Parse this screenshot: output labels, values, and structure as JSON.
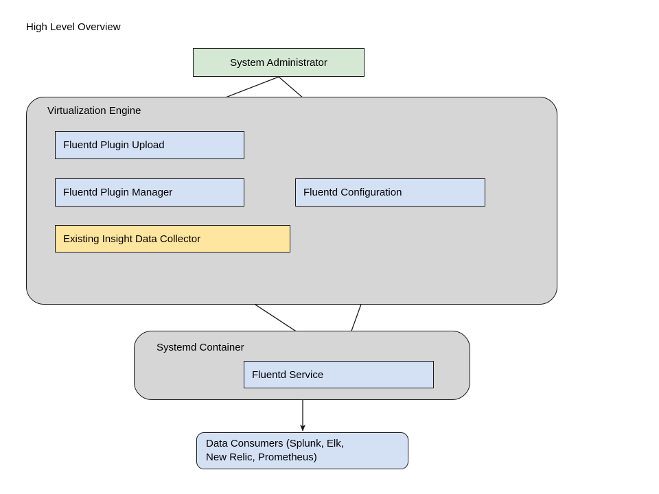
{
  "diagram": {
    "title": "High Level Overview",
    "background_color": "#ffffff",
    "type": "flowchart",
    "colors": {
      "actor_green": "#d5e8d4",
      "process_blue": "#d4e1f5",
      "legacy_yellow": "#ffe6a0",
      "container_gray": "#d6d6d6",
      "stroke": "#1a1a1a",
      "text": "#000000"
    },
    "containers": [
      {
        "id": "virtualization-engine",
        "label": "Virtualization Engine",
        "fill": "#d6d6d6",
        "shape": "rounded-rectangle"
      },
      {
        "id": "systemd-container",
        "label": "Systemd Container",
        "fill": "#d6d6d6",
        "shape": "rounded-rectangle"
      }
    ],
    "nodes": [
      {
        "id": "system-administrator",
        "label": "System Administrator",
        "fill": "#d5e8d4",
        "shape": "rectangle",
        "parent": null
      },
      {
        "id": "fluentd-plugin-upload",
        "label": "Fluentd Plugin Upload",
        "fill": "#d4e1f5",
        "shape": "rectangle",
        "parent": "virtualization-engine"
      },
      {
        "id": "fluentd-plugin-manager",
        "label": "Fluentd Plugin Manager",
        "fill": "#d4e1f5",
        "shape": "rectangle",
        "parent": "virtualization-engine"
      },
      {
        "id": "existing-insight-data-collector",
        "label": "Existing Insight Data Collector",
        "fill": "#ffe6a0",
        "shape": "rectangle",
        "parent": "virtualization-engine"
      },
      {
        "id": "fluentd-configuration",
        "label": "Fluentd Configuration",
        "fill": "#d4e1f5",
        "shape": "rectangle",
        "parent": "virtualization-engine"
      },
      {
        "id": "fluentd-service",
        "label": "Fluentd Service",
        "fill": "#d4e1f5",
        "shape": "rectangle",
        "parent": "systemd-container"
      },
      {
        "id": "data-consumers",
        "label": "Data Consumers (Splunk, Elk, New Relic, Prometheus)",
        "label_line_1": "Data Consumers (Splunk, Elk,",
        "label_line_2": "New Relic, Prometheus)",
        "fill": "#d4e1f5",
        "shape": "rounded-rectangle",
        "parent": null
      }
    ],
    "edges": [
      {
        "from": "system-administrator",
        "to": "fluentd-plugin-upload",
        "arrow": "single"
      },
      {
        "from": "system-administrator",
        "to": "fluentd-configuration",
        "arrow": "single"
      },
      {
        "from": "fluentd-plugin-upload",
        "to": "fluentd-plugin-manager",
        "arrow": "single"
      },
      {
        "from": "fluentd-plugin-manager",
        "to": "fluentd-configuration",
        "arrow": "single"
      },
      {
        "from": "existing-insight-data-collector",
        "to": "fluentd-service",
        "arrow": "single"
      },
      {
        "from": "fluentd-configuration",
        "to": "fluentd-service",
        "arrow": "single"
      },
      {
        "from": "fluentd-service",
        "to": "data-consumers",
        "arrow": "single"
      }
    ]
  }
}
